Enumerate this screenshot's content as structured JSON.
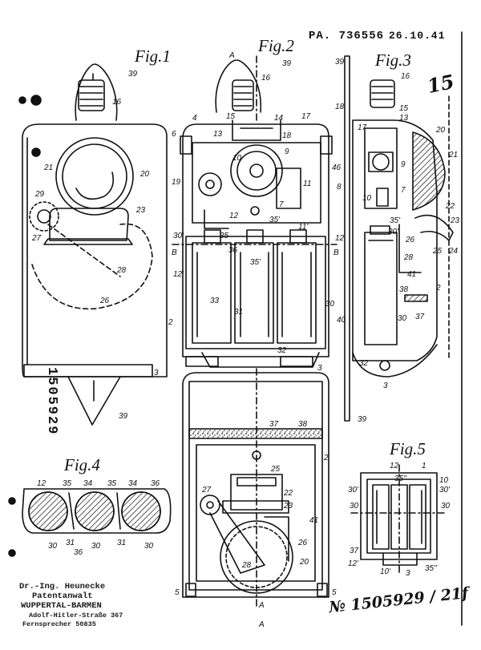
{
  "header": {
    "patent_ref": "PA. 736556",
    "date": "26.10.41",
    "handwritten_mark": "15"
  },
  "figures": [
    "Fig.1",
    "Fig.2",
    "Fig.3",
    "Fig.4",
    "Fig.5"
  ],
  "side_number": "1505929",
  "stamp": {
    "line1": "Dr.-Ing. Heunecke",
    "line2": "Patentanwalt",
    "line3": "WUPPERTAL-BARMEN",
    "line4": "Adolf-Hitler-Straße 367",
    "line5": "Fernsprecher 50835"
  },
  "footer_number": "№ 1505929 / 21f",
  "reference_numerals": {
    "fig1": [
      "39",
      "16",
      "21",
      "20",
      "29",
      "23",
      "27",
      "28",
      "26",
      "2",
      "3",
      "39"
    ],
    "fig2": [
      "A",
      "39",
      "16",
      "4",
      "15",
      "14",
      "17",
      "13",
      "18",
      "6",
      "9",
      "10",
      "19",
      "11",
      "7",
      "12",
      "35'",
      "30'",
      "35",
      "11'",
      "B",
      "B",
      "12'",
      "36",
      "35'",
      "33",
      "31",
      "30",
      "32",
      "3",
      "A"
    ],
    "fig3": [
      "39",
      "16",
      "15",
      "13",
      "18",
      "17",
      "20",
      "21",
      "46",
      "9",
      "8",
      "10",
      "7",
      "22",
      "23",
      "35'",
      "30'",
      "26",
      "12",
      "28",
      "25",
      "24",
      "41",
      "2",
      "38",
      "30",
      "37",
      "40",
      "32",
      "3",
      "39"
    ],
    "fig4": [
      "12",
      "35",
      "34",
      "35",
      "34",
      "36",
      "30",
      "31",
      "36",
      "30",
      "31",
      "30"
    ],
    "fig5": [
      "12",
      "1",
      "10",
      "30'",
      "35''",
      "30'",
      "30",
      "30",
      "37",
      "12'",
      "10'",
      "3",
      "35''"
    ],
    "fig2_lower": [
      "37",
      "38",
      "2",
      "25",
      "27",
      "22",
      "23",
      "41",
      "26",
      "28",
      "20",
      "5",
      "5",
      "A"
    ]
  }
}
